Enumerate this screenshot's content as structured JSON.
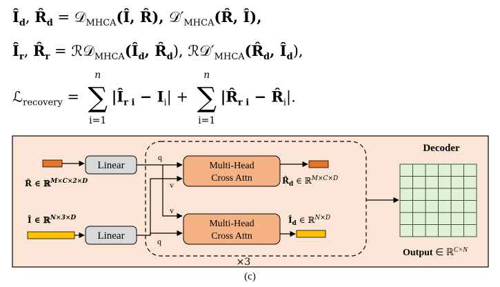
{
  "equations": [
    "Î_d, R̂_d = 𝒟_MHCA(Î, R̂), 𝒟′_MHCA(R̂, Î),",
    "Î_r, R̂_r = ℛ𝒟_MHCA(Î_d, R̂_d), ℛ𝒟′_MHCA(R̂_d, Î_d),",
    "ℒ_recovery = Σ_{i=1}^{n} |Î_ri − I_i| + Σ_{i=1}^{n} |R̂_ri − R̂_i|."
  ],
  "eq1": {
    "lhs_i": "Î",
    "lhs_i_sub": "d",
    "sep": ", ",
    "lhs_r": "R̂",
    "lhs_r_sub": "d",
    "eq": " = ",
    "op1": "𝒟",
    "op1_sub": "MHCA",
    "args1": "(Î, R̂), ",
    "op2": "𝒟′",
    "op2_sub": "MHCA",
    "args2": "(R̂, Î),"
  },
  "eq2": {
    "lhs_i": "Î",
    "lhs_i_sub": "r",
    "sep": ", ",
    "lhs_r": "R̂",
    "lhs_r_sub": "r",
    "eq": " = ",
    "op1": "ℛ𝒟",
    "op1_sub": "MHCA",
    "args1": "(Î",
    "args1_sub": "d",
    "args1b": ", R̂",
    "args1b_sub": "d",
    "args1c": "), ",
    "op2": "ℛ𝒟′",
    "op2_sub": "MHCA",
    "args2": "(R̂",
    "args2_sub": "d",
    "args2b": ", Î",
    "args2b_sub": "d",
    "args2c": "),"
  },
  "eq3": {
    "lhs": "ℒ",
    "lhs_sub": "recovery",
    "eq": " = ",
    "sum": "∑",
    "upper": "n",
    "lower": "i=1",
    "term1": "|Î",
    "term1_sub": "r i",
    "term1b": " − I",
    "term1b_sub": "i",
    "term1c": "| + ",
    "term2": "|R̂",
    "term2_sub": "r i",
    "term2b": " − R̂",
    "term2b_sub": "i",
    "term2c": "|."
  },
  "diagram": {
    "decoder_title": "Decoder",
    "linear_top": "Linear",
    "linear_bottom": "Linear",
    "mhca_top_line1": "Multi-Head",
    "mhca_top_line2": "Cross Attn",
    "mhca_bottom_line1": "Multi-Head",
    "mhca_bottom_line2": "Cross Attn",
    "q_top": "q",
    "v_top": "v",
    "v_bottom": "v",
    "q_bottom": "q",
    "repeat": "×3",
    "r_input_label": "R̂ ∈ ℝ^{M×C×2×D}",
    "r_input_sym": "R̂ ∈ ℝ",
    "r_input_sup": "M×C×2×D",
    "i_input_sym": "Î ∈ ℝ",
    "i_input_sup": "N×3×D",
    "rd_sym": "R̂",
    "rd_sub": "d",
    "rd_in": " ∈ ℝ",
    "rd_sup": "M×C×D",
    "id_sym": "Î",
    "id_sub": "d",
    "id_in": " ∈ ℝ",
    "id_sup": "N×D",
    "output_label": "Output",
    "output_in": " ∈ ℝ",
    "output_sup": "C×N",
    "caption": "(c)"
  },
  "colors": {
    "panel_bg": "#fbe5d6",
    "panel_border": "#000000",
    "linear_fill": "#d9d9d9",
    "mhca_fill": "#f4b183",
    "r_token": "#e8742a",
    "i_token": "#ffc000",
    "grid_fill": "#e2f0d9",
    "grid_stroke": "#2e5d2e"
  }
}
